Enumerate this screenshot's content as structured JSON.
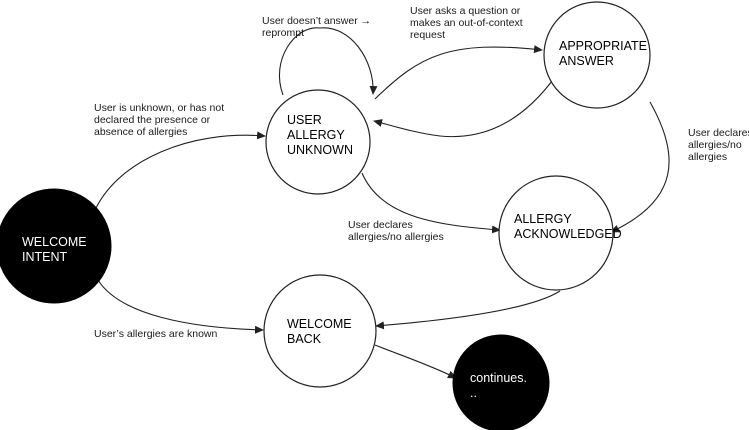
{
  "diagram": {
    "nodes": {
      "welcome_intent": {
        "lines": [
          "WELCOME",
          "INTENT"
        ],
        "fill": "#000000",
        "text_color": "#ffffff"
      },
      "user_allergy_unknown": {
        "lines": [
          "USER",
          "ALLERGY",
          "UNKNOWN"
        ],
        "fill": "#ffffff",
        "text_color": "#000000"
      },
      "appropriate_answer": {
        "lines": [
          "APPROPRIATE",
          "ANSWER"
        ],
        "fill": "#ffffff",
        "text_color": "#000000"
      },
      "allergy_acknowledged": {
        "lines": [
          "ALLERGY",
          "ACKNOWLEDGED"
        ],
        "fill": "#ffffff",
        "text_color": "#000000"
      },
      "welcome_back": {
        "lines": [
          "WELCOME",
          "BACK"
        ],
        "fill": "#ffffff",
        "text_color": "#000000"
      },
      "continues": {
        "lines": [
          "continues.",
          ".."
        ],
        "fill": "#000000",
        "text_color": "#ffffff"
      }
    },
    "edge_labels": {
      "reprompt": [
        "User doesn’t answer →",
        "reprompt"
      ],
      "question": [
        "User asks a question or",
        "makes an out-of-context",
        "request"
      ],
      "unknown": [
        "User is unknown, or has not",
        "declared the presence or",
        "absence of allergies"
      ],
      "declares_right": [
        "User declares",
        "allergies/no",
        "allergies"
      ],
      "declares_middle": [
        "User declares",
        "allergies/no allergies"
      ],
      "known": [
        "User’s allergies are known"
      ]
    },
    "colors": {
      "stroke": "#222222",
      "node_dark": "#000000",
      "node_light": "#ffffff"
    }
  }
}
